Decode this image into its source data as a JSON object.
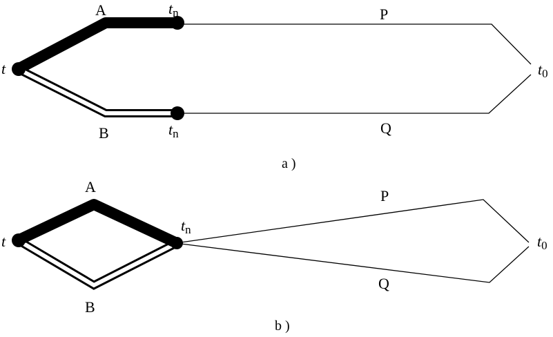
{
  "diagram_a": {
    "label_A": "A",
    "label_B": "B",
    "label_t": "t",
    "label_tn_top": "t",
    "label_tn_top_sub": "n",
    "label_tn_bottom": "t",
    "label_tn_bottom_sub": "n",
    "label_P": "P",
    "label_Q": "Q",
    "label_t0": "t",
    "label_t0_sub": "0",
    "caption": "a )"
  },
  "diagram_b": {
    "label_A": "A",
    "label_B": "B",
    "label_t": "t",
    "label_tn": "t",
    "label_tn_sub": "n",
    "label_P": "P",
    "label_Q": "Q",
    "label_t0": "t",
    "label_t0_sub": "0",
    "caption": "b )"
  },
  "colors": {
    "line": "#000000",
    "background": "#ffffff"
  }
}
